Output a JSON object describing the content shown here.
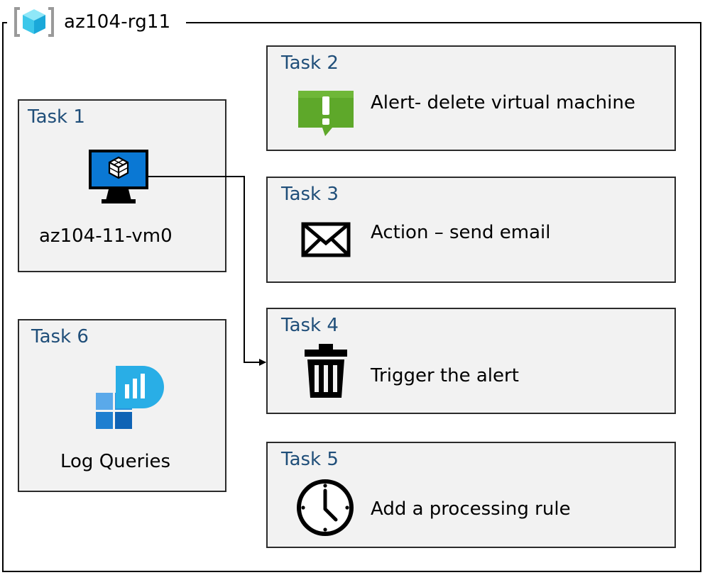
{
  "resource_group": {
    "title": "az104-rg11",
    "icon": "resource-group-icon"
  },
  "tasks": {
    "task1": {
      "label": "Task 1",
      "text": "az104-11-vm0",
      "icon": "virtual-machine-icon"
    },
    "task2": {
      "label": "Task 2",
      "text": "Alert- delete virtual machine",
      "icon": "alert-icon"
    },
    "task3": {
      "label": "Task 3",
      "text": "Action – send email",
      "icon": "envelope-icon"
    },
    "task4": {
      "label": "Task 4",
      "text": "Trigger the alert",
      "icon": "trash-icon"
    },
    "task5": {
      "label": "Task 5",
      "text": "Add a processing rule",
      "icon": "clock-icon"
    },
    "task6": {
      "label": "Task 6",
      "text": "Log Queries",
      "icon": "log-analytics-icon"
    }
  },
  "colors": {
    "task_label": "#1f4e79",
    "task_fill": "#f2f2f2",
    "alert_green": "#5ea82a",
    "vm_blue": "#0a78d4",
    "log_blue": "#2a93dd"
  },
  "connectors": [
    {
      "from": "task1",
      "to": "task4"
    }
  ]
}
